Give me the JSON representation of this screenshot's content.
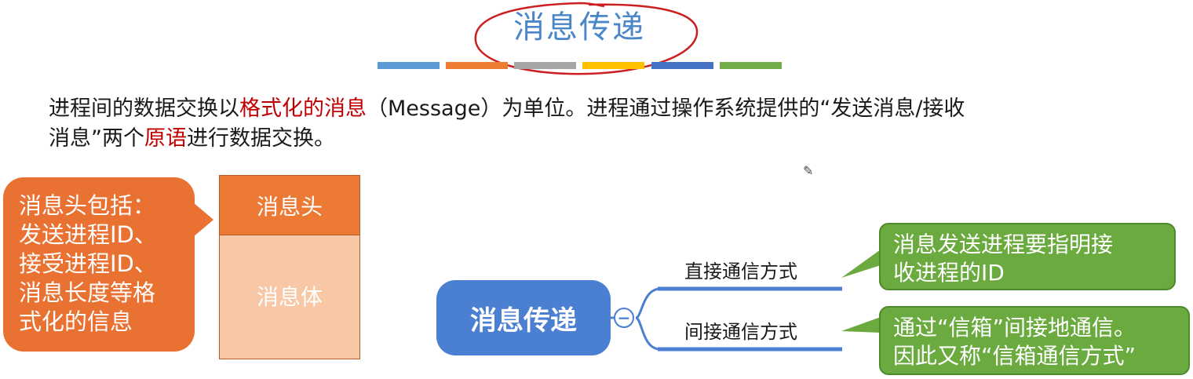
{
  "title": "消息传递",
  "colors": {
    "title": "#4a86c8",
    "bar": [
      "#5b9bd5",
      "#ed7d31",
      "#a5a5a5",
      "#ffc000",
      "#4472c4",
      "#70ad47"
    ],
    "red_ink": "#c00000",
    "orange": "#e97132",
    "green": "#6aaa3e",
    "node_blue": "#4a7fd1"
  },
  "intro": {
    "part1": "进程间的数据交换以",
    "emphasis1": "格式化的消息",
    "part2": "（Message）为单位。进程通过操作系统提供的“发送消息/接收",
    "part3": "消息”两个",
    "emphasis2": "原语",
    "part4": "进行数据交换。"
  },
  "header_callout": {
    "lines": [
      "消息头包括：",
      "发送进程ID、",
      "接受进程ID、",
      "消息长度等格",
      "式化的信息"
    ]
  },
  "message_struct": {
    "head": "消息头",
    "body": "消息体"
  },
  "mindmap": {
    "root": "消息传递",
    "collapse_symbol": "−",
    "branches": [
      {
        "label": "直接通信方式",
        "note": [
          "消息发送进程要指明接",
          "收进程的ID"
        ]
      },
      {
        "label": "间接通信方式",
        "note": [
          "通过“信箱”间接地通信。",
          "因此又称“信箱通信方式”"
        ]
      }
    ]
  },
  "icons": {
    "pencil": "pencil-icon"
  }
}
